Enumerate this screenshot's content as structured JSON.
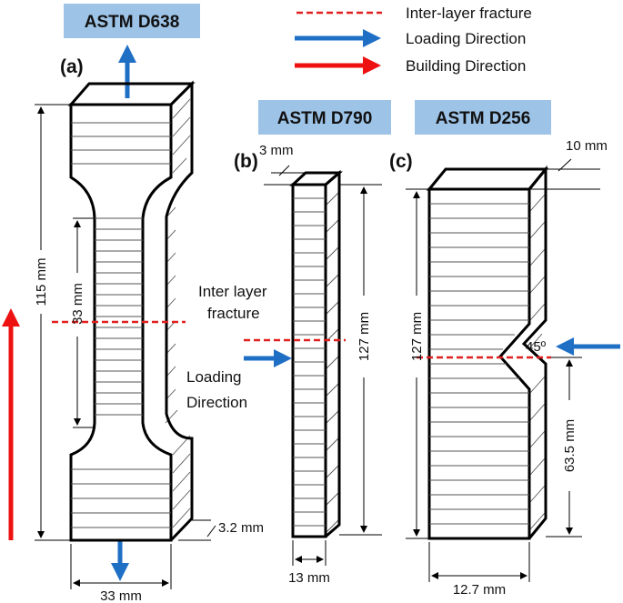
{
  "standards": {
    "d638": "ASTM D638",
    "d790": "ASTM D790",
    "d256": "ASTM D256"
  },
  "panels": {
    "a": "(a)",
    "b": "(b)",
    "c": "(c)"
  },
  "legend": {
    "fracture": "Inter-layer fracture",
    "loading": "Loading Direction",
    "building": "Building Direction"
  },
  "dimensions_a": {
    "length": "115 mm",
    "gauge": "33 mm",
    "thickness": "3.2 mm",
    "width": "33 mm"
  },
  "dimensions_b": {
    "thickness": "3 mm",
    "length": "127 mm",
    "width": "13 mm"
  },
  "dimensions_c": {
    "thickness": "10 mm",
    "length": "127 mm",
    "notch_angle": "45º",
    "notch_position": "63.5 mm",
    "width": "12.7 mm"
  },
  "annotations_b": {
    "fracture_line1": "Inter layer",
    "fracture_line2": "fracture",
    "loading_line1": "Loading",
    "loading_line2": "Direction"
  },
  "colors": {
    "fracture": "#e02020",
    "loading": "#1f6fc5",
    "building": "#ee1111",
    "label_box": "#9dc3e6"
  }
}
